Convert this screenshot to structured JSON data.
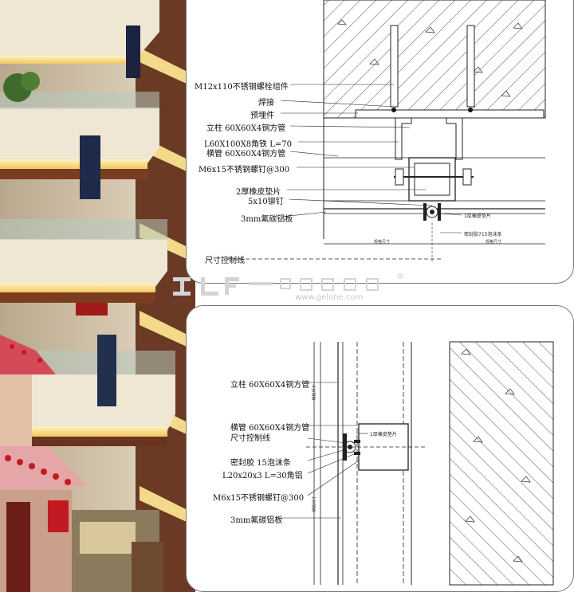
{
  "detail_top": {
    "labels": [
      "M12x110不锈钢螺栓组件",
      "焊接",
      "预埋件",
      "立柱 60X60X4钢方管",
      "L60X100X8角铁 L=70",
      "横管 60X60X4钢方管",
      "M6x15不锈钢螺钉@300",
      "2厚橡皮垫片",
      "5x10铆钉",
      "3mm氟碳铝板",
      "尺寸控制线"
    ],
    "small_labels": [
      "1厚橡皮垫片",
      "密封胶715泡沫条"
    ],
    "dimension_texts": [
      "规格尺寸",
      "规格尺寸"
    ]
  },
  "detail_bottom": {
    "labels": [
      "立柱 60X60X4钢方管",
      "横管 60X60X4钢方管",
      "尺寸控制线",
      "密封胶 15泡沫条",
      "L20x20x3 L=30角铝",
      "M6x15不锈钢螺钉@300",
      "3mm氟碳铝板"
    ],
    "small_labels": [
      "1厚橡皮垫片"
    ],
    "dimension_texts": [
      "规格尺寸",
      "规格尺寸"
    ]
  },
  "watermark": {
    "reg_mark": "®",
    "url": "www.gelohe.com"
  },
  "colors": {
    "frame": "#777777",
    "line": "#222222",
    "hatch": "#555555",
    "photo_wall": "#e9dfcd",
    "photo_gold": "#f6e39a",
    "photo_red": "#c21a22"
  }
}
